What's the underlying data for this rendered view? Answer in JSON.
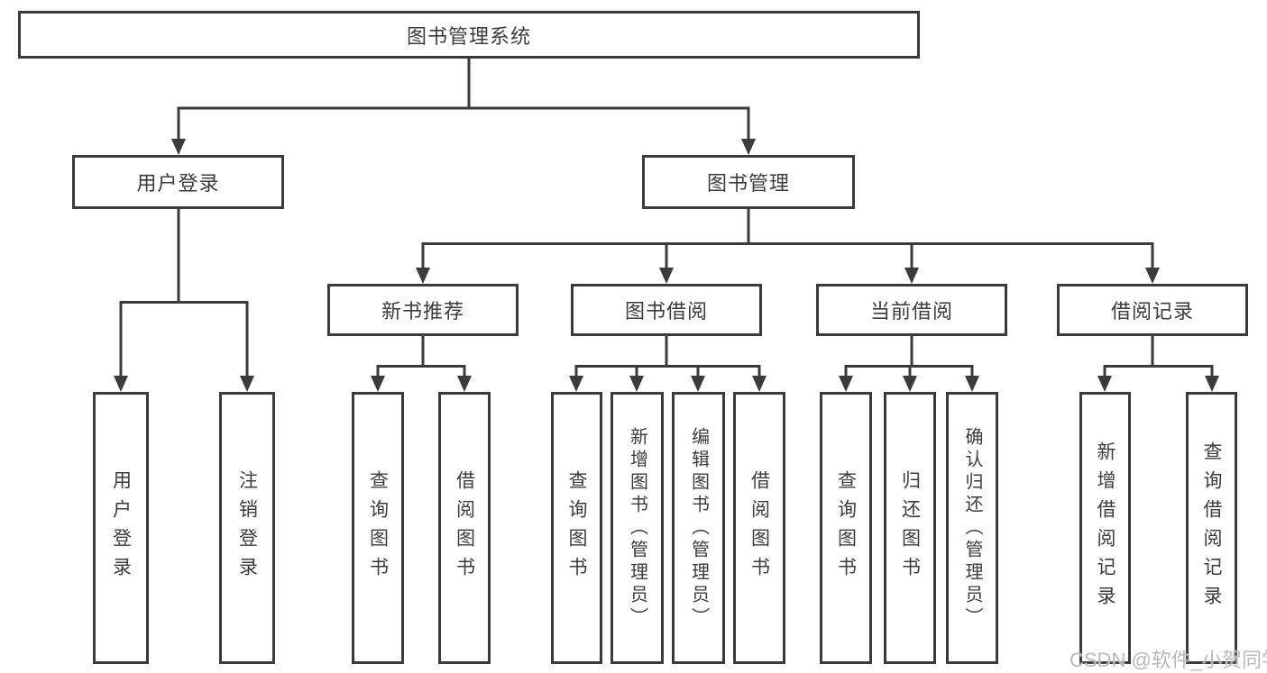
{
  "tree": {
    "root": {
      "label": "图书管理系统"
    },
    "children": [
      {
        "label": "用户登录",
        "children": [
          {
            "label": "用户登录"
          },
          {
            "label": "注销登录"
          }
        ]
      },
      {
        "label": "图书管理",
        "children": [
          {
            "label": "新书推荐",
            "children": [
              {
                "label": "查询图书"
              },
              {
                "label": "借阅图书"
              }
            ]
          },
          {
            "label": "图书借阅",
            "children": [
              {
                "label": "查询图书"
              },
              {
                "label": "新增图书（管理员）"
              },
              {
                "label": "编辑图书（管理员）"
              },
              {
                "label": "借阅图书"
              }
            ]
          },
          {
            "label": "当前借阅",
            "children": [
              {
                "label": "查询图书"
              },
              {
                "label": "归还图书"
              },
              {
                "label": "确认归还（管理员）"
              }
            ]
          },
          {
            "label": "借阅记录",
            "children": [
              {
                "label": "新增借阅记录"
              },
              {
                "label": "查询借阅记录"
              }
            ]
          }
        ]
      }
    ]
  },
  "watermark": {
    "text": "CSDN @软件_小贺同学"
  },
  "colors": {
    "line": "#3b3b3b",
    "text": "#3c3c3c",
    "background": "#ffffff",
    "watermark": "#b9b9b9"
  }
}
